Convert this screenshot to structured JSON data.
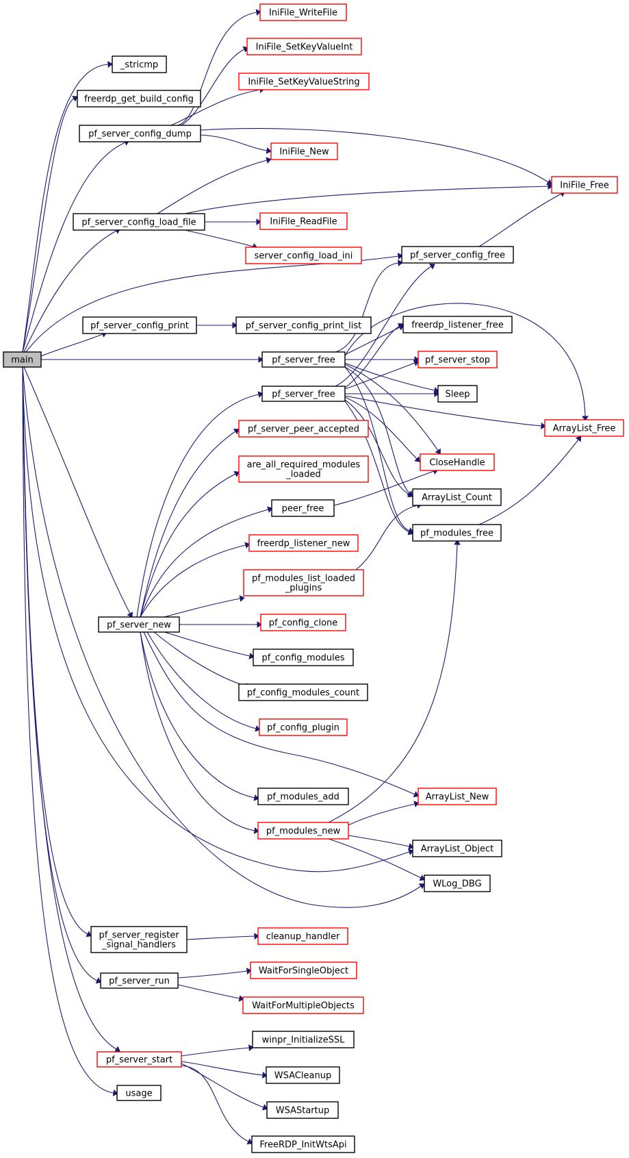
{
  "diagram": {
    "type": "call-graph",
    "colors": {
      "edge": "#191970",
      "root_fill": "#bfbfbf",
      "node_fill": "#ffffff",
      "border_plain": "#000000",
      "border_truncated": "#ff0000"
    },
    "nodes": [
      {
        "id": "main",
        "label": [
          "main"
        ],
        "style": "root"
      },
      {
        "id": "stricmp",
        "label": [
          "_stricmp"
        ],
        "style": "plain"
      },
      {
        "id": "get_build_config",
        "label": [
          "freerdp_get_build_config"
        ],
        "style": "plain"
      },
      {
        "id": "config_dump",
        "label": [
          "pf_server_config_dump"
        ],
        "style": "plain"
      },
      {
        "id": "config_load_file",
        "label": [
          "pf_server_config_load_file"
        ],
        "style": "plain"
      },
      {
        "id": "config_print",
        "label": [
          "pf_server_config_print"
        ],
        "style": "plain"
      },
      {
        "id": "server_free_1",
        "label": [
          "pf_server_free"
        ],
        "style": "plain"
      },
      {
        "id": "server_free_2",
        "label": [
          "pf_server_free"
        ],
        "style": "plain"
      },
      {
        "id": "server_new",
        "label": [
          "pf_server_new"
        ],
        "style": "plain"
      },
      {
        "id": "register_signal",
        "label": [
          "pf_server_register",
          "_signal_handlers"
        ],
        "style": "plain"
      },
      {
        "id": "server_run",
        "label": [
          "pf_server_run"
        ],
        "style": "plain"
      },
      {
        "id": "server_start",
        "label": [
          "pf_server_start"
        ],
        "style": "truncated"
      },
      {
        "id": "usage",
        "label": [
          "usage"
        ],
        "style": "plain"
      },
      {
        "id": "ini_writefile",
        "label": [
          "IniFile_WriteFile"
        ],
        "style": "truncated"
      },
      {
        "id": "ini_setint",
        "label": [
          "IniFile_SetKeyValueInt"
        ],
        "style": "truncated"
      },
      {
        "id": "ini_setstring",
        "label": [
          "IniFile_SetKeyValueString"
        ],
        "style": "truncated"
      },
      {
        "id": "ini_new",
        "label": [
          "IniFile_New"
        ],
        "style": "truncated"
      },
      {
        "id": "ini_readfile",
        "label": [
          "IniFile_ReadFile"
        ],
        "style": "truncated"
      },
      {
        "id": "config_load_ini",
        "label": [
          "server_config_load_ini"
        ],
        "style": "truncated"
      },
      {
        "id": "config_print_list",
        "label": [
          "pf_server_config_print_list"
        ],
        "style": "plain"
      },
      {
        "id": "peer_accepted",
        "label": [
          "pf_server_peer_accepted"
        ],
        "style": "truncated"
      },
      {
        "id": "required_modules",
        "label": [
          "are_all_required_modules",
          "_loaded"
        ],
        "style": "truncated"
      },
      {
        "id": "peer_free",
        "label": [
          "peer_free"
        ],
        "style": "plain"
      },
      {
        "id": "listener_new",
        "label": [
          "freerdp_listener_new"
        ],
        "style": "truncated"
      },
      {
        "id": "modules_list",
        "label": [
          "pf_modules_list_loaded",
          "_plugins"
        ],
        "style": "truncated"
      },
      {
        "id": "config_clone",
        "label": [
          "pf_config_clone"
        ],
        "style": "truncated"
      },
      {
        "id": "config_modules",
        "label": [
          "pf_config_modules"
        ],
        "style": "plain"
      },
      {
        "id": "config_modules_count",
        "label": [
          "pf_config_modules_count"
        ],
        "style": "plain"
      },
      {
        "id": "config_plugin",
        "label": [
          "pf_config_plugin"
        ],
        "style": "truncated"
      },
      {
        "id": "modules_add",
        "label": [
          "pf_modules_add"
        ],
        "style": "plain"
      },
      {
        "id": "modules_new",
        "label": [
          "pf_modules_new"
        ],
        "style": "truncated"
      },
      {
        "id": "cleanup_handler",
        "label": [
          "cleanup_handler"
        ],
        "style": "truncated"
      },
      {
        "id": "wait_single",
        "label": [
          "WaitForSingleObject"
        ],
        "style": "truncated"
      },
      {
        "id": "wait_multi",
        "label": [
          "WaitForMultipleObjects"
        ],
        "style": "truncated"
      },
      {
        "id": "init_ssl",
        "label": [
          "winpr_InitializeSSL"
        ],
        "style": "plain"
      },
      {
        "id": "wsa_cleanup",
        "label": [
          "WSACleanup"
        ],
        "style": "plain"
      },
      {
        "id": "wsa_startup",
        "label": [
          "WSAStartup"
        ],
        "style": "plain"
      },
      {
        "id": "init_wts",
        "label": [
          "FreeRDP_InitWtsApi"
        ],
        "style": "plain"
      },
      {
        "id": "ini_free",
        "label": [
          "IniFile_Free"
        ],
        "style": "truncated"
      },
      {
        "id": "config_free",
        "label": [
          "pf_server_config_free"
        ],
        "style": "plain"
      },
      {
        "id": "listener_free",
        "label": [
          "freerdp_listener_free"
        ],
        "style": "plain"
      },
      {
        "id": "server_stop",
        "label": [
          "pf_server_stop"
        ],
        "style": "truncated"
      },
      {
        "id": "sleep",
        "label": [
          "Sleep"
        ],
        "style": "plain"
      },
      {
        "id": "arraylist_free",
        "label": [
          "ArrayList_Free"
        ],
        "style": "truncated"
      },
      {
        "id": "close_handle",
        "label": [
          "CloseHandle"
        ],
        "style": "truncated"
      },
      {
        "id": "arraylist_count",
        "label": [
          "ArrayList_Count"
        ],
        "style": "plain"
      },
      {
        "id": "modules_free",
        "label": [
          "pf_modules_free"
        ],
        "style": "plain"
      },
      {
        "id": "arraylist_new",
        "label": [
          "ArrayList_New"
        ],
        "style": "truncated"
      },
      {
        "id": "arraylist_object",
        "label": [
          "ArrayList_Object"
        ],
        "style": "plain"
      },
      {
        "id": "wlog_dbg",
        "label": [
          "WLog_DBG"
        ],
        "style": "plain"
      }
    ],
    "edges": [
      [
        "main",
        "stricmp"
      ],
      [
        "main",
        "get_build_config"
      ],
      [
        "main",
        "config_dump"
      ],
      [
        "main",
        "config_load_file"
      ],
      [
        "main",
        "config_free"
      ],
      [
        "main",
        "config_print"
      ],
      [
        "main",
        "server_free_1"
      ],
      [
        "main",
        "server_new"
      ],
      [
        "main",
        "arraylist_object"
      ],
      [
        "main",
        "wlog_dbg"
      ],
      [
        "main",
        "register_signal"
      ],
      [
        "main",
        "server_run"
      ],
      [
        "main",
        "server_start"
      ],
      [
        "main",
        "usage"
      ],
      [
        "config_dump",
        "ini_writefile"
      ],
      [
        "config_dump",
        "ini_setint"
      ],
      [
        "config_dump",
        "ini_setstring"
      ],
      [
        "config_dump",
        "ini_new"
      ],
      [
        "config_dump",
        "ini_free"
      ],
      [
        "config_load_file",
        "ini_new"
      ],
      [
        "config_load_file",
        "ini_free"
      ],
      [
        "config_load_file",
        "ini_readfile"
      ],
      [
        "config_load_file",
        "config_load_ini"
      ],
      [
        "config_print",
        "config_print_list"
      ],
      [
        "config_free",
        "ini_free"
      ],
      [
        "server_free_1",
        "config_free"
      ],
      [
        "server_free_1",
        "listener_free"
      ],
      [
        "server_free_1",
        "server_stop"
      ],
      [
        "server_free_1",
        "sleep"
      ],
      [
        "server_free_1",
        "arraylist_free"
      ],
      [
        "server_free_1",
        "close_handle"
      ],
      [
        "server_free_1",
        "arraylist_count"
      ],
      [
        "server_free_1",
        "modules_free"
      ],
      [
        "server_free_2",
        "config_free"
      ],
      [
        "server_free_2",
        "listener_free"
      ],
      [
        "server_free_2",
        "server_stop"
      ],
      [
        "server_free_2",
        "sleep"
      ],
      [
        "server_free_2",
        "arraylist_free"
      ],
      [
        "server_free_2",
        "close_handle"
      ],
      [
        "server_free_2",
        "arraylist_count"
      ],
      [
        "server_free_2",
        "modules_free"
      ],
      [
        "server_new",
        "server_free_2"
      ],
      [
        "server_new",
        "peer_accepted"
      ],
      [
        "server_new",
        "required_modules"
      ],
      [
        "server_new",
        "peer_free"
      ],
      [
        "server_new",
        "listener_new"
      ],
      [
        "server_new",
        "modules_list"
      ],
      [
        "server_new",
        "config_clone"
      ],
      [
        "server_new",
        "config_modules"
      ],
      [
        "server_new",
        "config_modules_count"
      ],
      [
        "server_new",
        "config_plugin"
      ],
      [
        "server_new",
        "arraylist_new"
      ],
      [
        "server_new",
        "modules_add"
      ],
      [
        "server_new",
        "modules_new"
      ],
      [
        "peer_free",
        "close_handle"
      ],
      [
        "modules_list",
        "arraylist_count"
      ],
      [
        "modules_free",
        "arraylist_free"
      ],
      [
        "modules_new",
        "modules_free"
      ],
      [
        "modules_new",
        "arraylist_new"
      ],
      [
        "modules_new",
        "arraylist_object"
      ],
      [
        "modules_new",
        "wlog_dbg"
      ],
      [
        "register_signal",
        "cleanup_handler"
      ],
      [
        "server_run",
        "wait_single"
      ],
      [
        "server_run",
        "wait_multi"
      ],
      [
        "server_start",
        "init_ssl"
      ],
      [
        "server_start",
        "wsa_cleanup"
      ],
      [
        "server_start",
        "wsa_startup"
      ],
      [
        "server_start",
        "init_wts"
      ]
    ]
  }
}
